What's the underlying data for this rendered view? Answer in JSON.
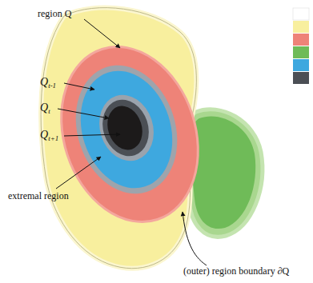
{
  "diagram": {
    "labels": [
      "region Q",
      "Qt-1",
      "Qt",
      "Qt+1",
      "extremal region",
      "(outer) region boundary ∂Q"
    ]
  }
}
